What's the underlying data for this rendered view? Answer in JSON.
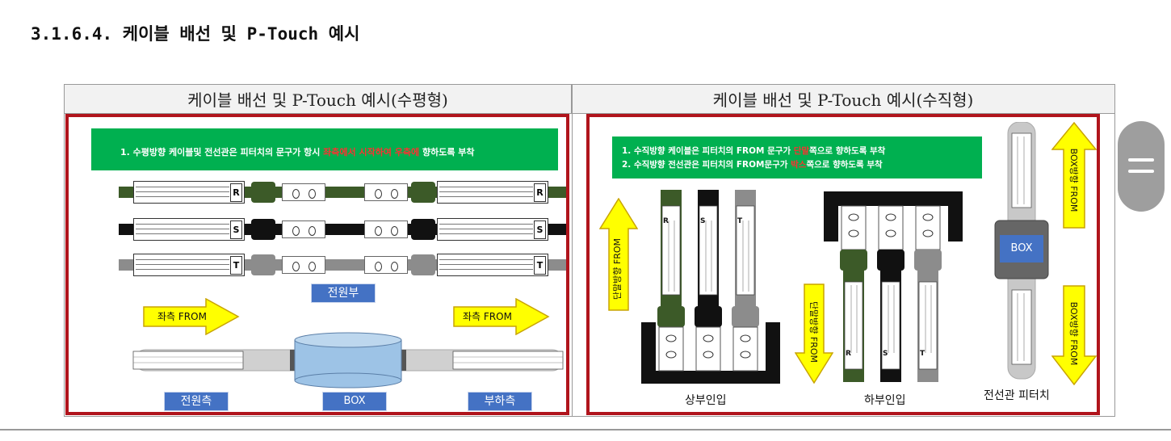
{
  "heading": "3.1.6.4. 케이블 배선 및 P-Touch 예시",
  "columns": {
    "left_title": "케이블 배선 및 P-Touch 예시(수평형)",
    "right_title": "케이블 배선 및 P-Touch 예시(수직형)"
  },
  "left": {
    "banner_prefix": "1.   수평방향 케이블및 전선관은 피터치의 문구가 항시 ",
    "banner_red": "좌측에서 시작하여 우측에",
    "banner_suffix": " 향하도록 부착",
    "phase_letters": [
      "R",
      "S",
      "T"
    ],
    "power_label": "전원부",
    "arrow_left": "좌측 FROM",
    "arrow_right": "좌측 FROM",
    "source_label": "전원측",
    "box_label": "BOX",
    "load_label": "부하측"
  },
  "right": {
    "line1_prefix": "1.   수직방향 케이블은 피터치의 FROM 문구가 ",
    "line1_red": "단말",
    "line1_suffix": "쪽으로 향하도록 부착",
    "line2_prefix": "2.   수직방향 전선관은 피터치의 FROM문구가 ",
    "line2_red": "박스",
    "line2_suffix": "쪽으로 향하도록 부착",
    "arrow_terminal_up": "단말방향 FROM",
    "arrow_terminal_down": "단말방향 FROM",
    "arrow_box_up": "BOX방향 FROM",
    "arrow_box_down": "BOX방향 FROM",
    "phase_letters": [
      "R",
      "S",
      "T"
    ],
    "box_label": "BOX",
    "caption_top_entry": "상부인입",
    "caption_bottom_entry": "하부인입",
    "caption_conduit": "전선관 피터치"
  },
  "colors": {
    "frame": "#b0141c",
    "banner": "#00b050",
    "arrow_fill": "#ffff00",
    "label_box": "#4472c4",
    "phase_r": "#3c5a28",
    "phase_s": "#111111",
    "phase_t": "#8c8c8c"
  }
}
